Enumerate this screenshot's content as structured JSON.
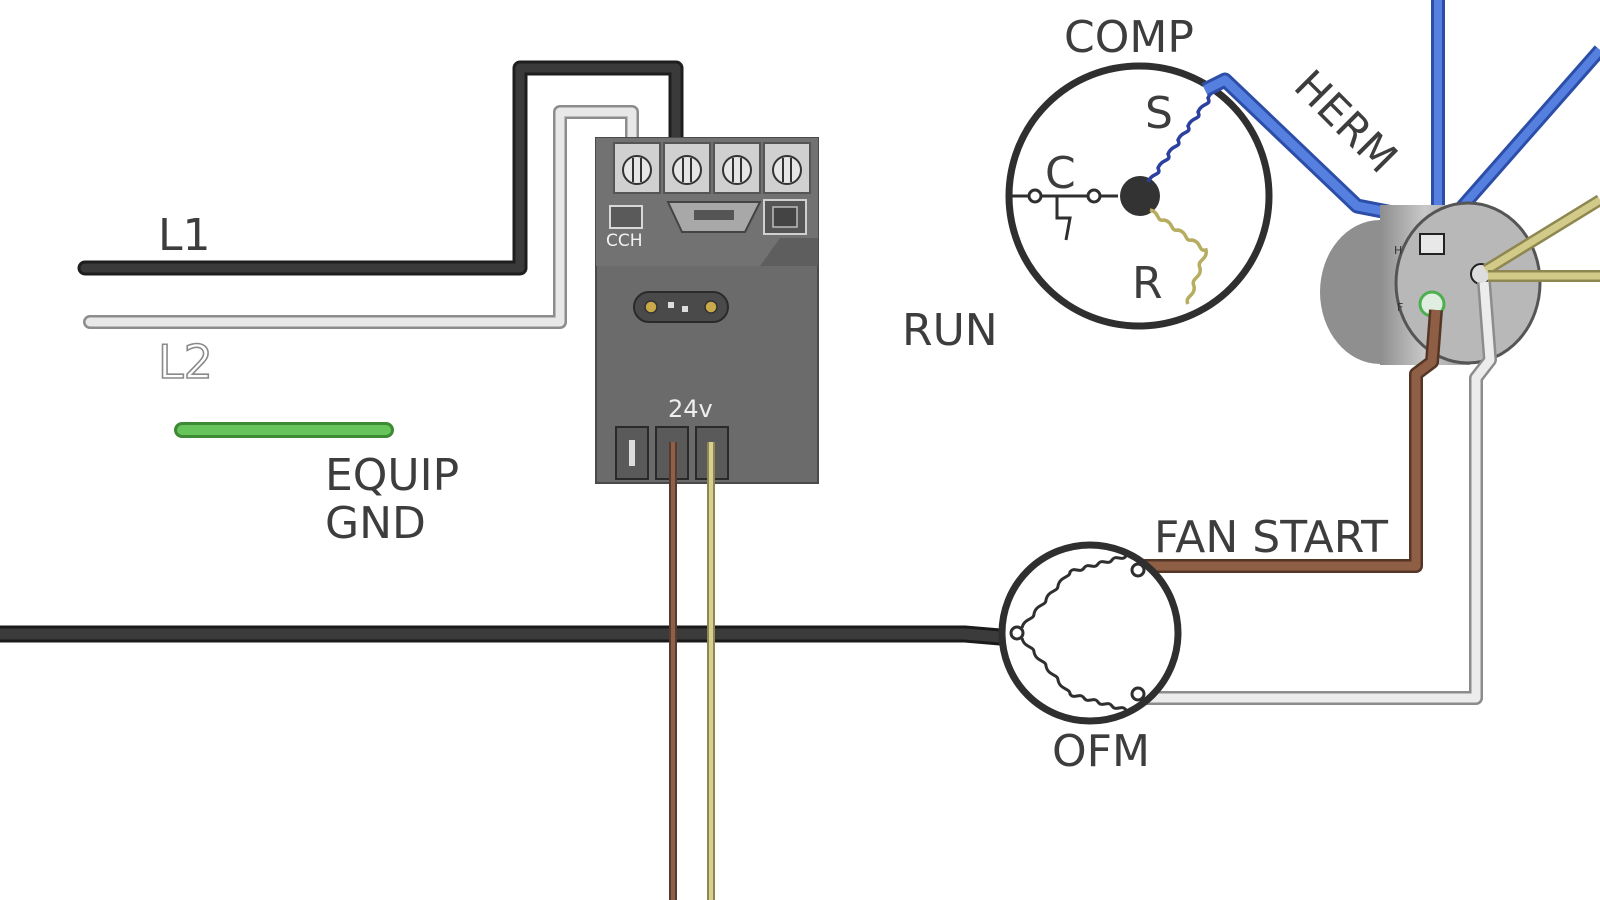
{
  "labels": {
    "l1": "L1",
    "l2": "L2",
    "equip": "EQUIP",
    "gnd": "GND",
    "cch": "CCH",
    "v24": "24v",
    "run": "RUN",
    "comp": "COMP",
    "herm": "HERM",
    "c": "C",
    "s": "S",
    "r": "R",
    "fan_start": "FAN START",
    "ofm": "OFM",
    "cap_h": "H",
    "cap_f": "F"
  },
  "colors": {
    "black_wire": "#2f2f2f",
    "white_wire": "#e2e2e2",
    "green_wire": "#5cba4f",
    "blue_wire": "#4a70d0",
    "brown_wire": "#7e5340",
    "yellow_wire": "#c9c284",
    "contactor_body": "#6b6b6b",
    "terminal": "#c8c8c8",
    "capacitor": "#a8a8a8"
  },
  "icons": [
    "contactor",
    "compressor-symbol",
    "run-capacitor",
    "fan-motor-symbol",
    "coil-spring"
  ]
}
